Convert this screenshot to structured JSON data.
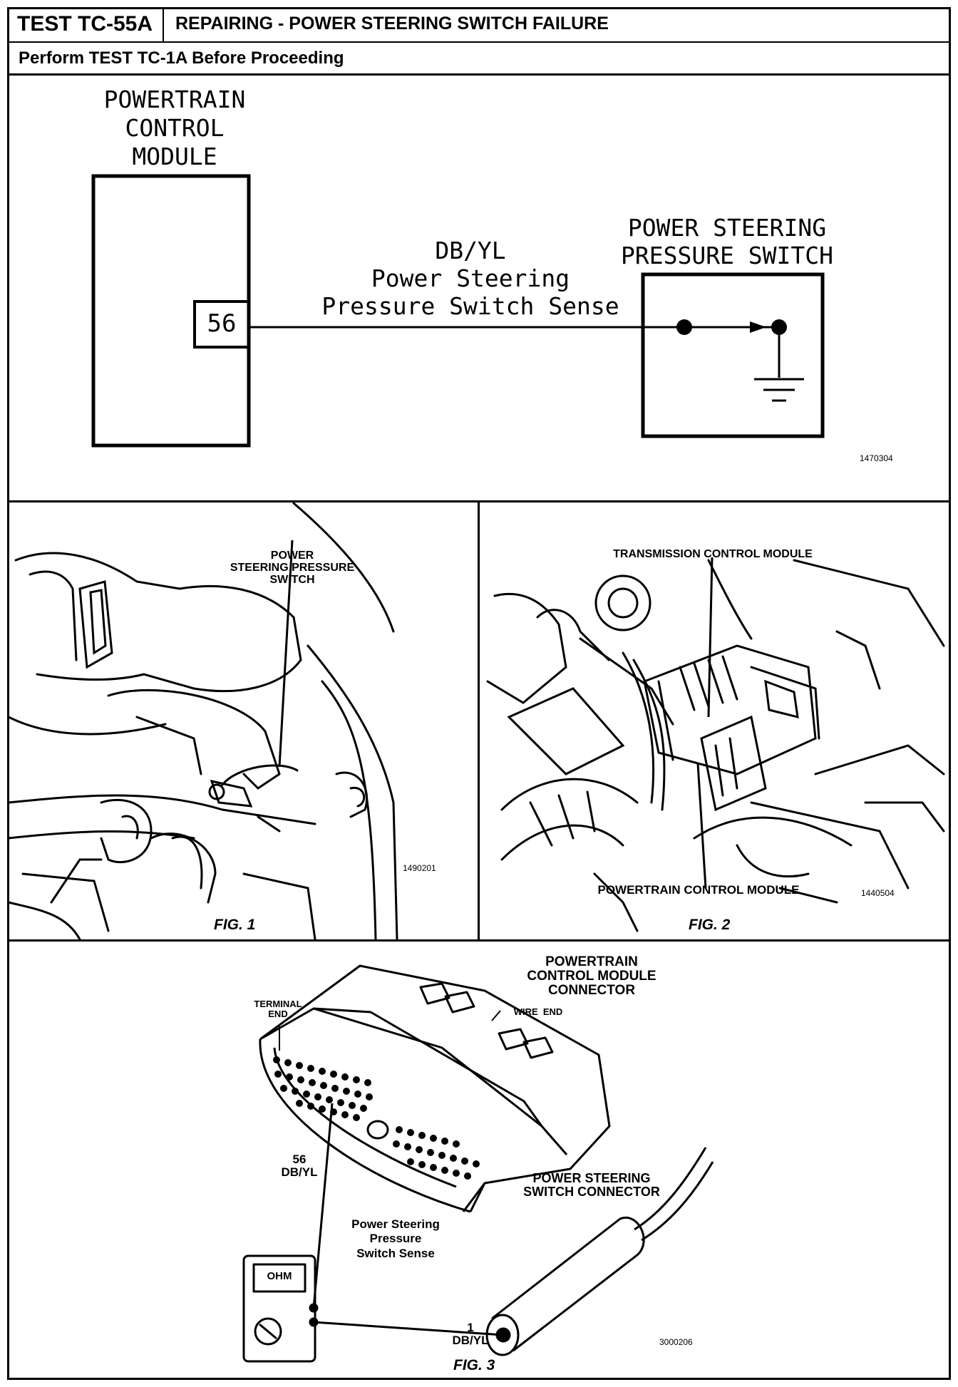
{
  "header": {
    "test_id": "TEST TC-55A",
    "title": "REPAIRING - POWER STEERING SWITCH FAILURE",
    "subtitle": "Perform TEST TC-1A Before Proceeding"
  },
  "schematic": {
    "pcm_label": [
      "POWERTRAIN",
      "CONTROL",
      "MODULE"
    ],
    "pin_number": "56",
    "wire_color": "DB/YL",
    "circuit_name": [
      "Power Steering",
      "Pressure Switch Sense"
    ],
    "switch_label": [
      "POWER STEERING",
      "PRESSURE SWITCH"
    ],
    "code": "1470304"
  },
  "fig1": {
    "callout": [
      "POWER",
      "STEERING PRESSURE",
      "SWITCH"
    ],
    "code": "1490201",
    "caption": "FIG. 1"
  },
  "fig2": {
    "callout_top": "TRANSMISSION CONTROL MODULE",
    "callout_bottom": "POWERTRAIN CONTROL MODULE",
    "code": "1440504",
    "caption": "FIG. 2"
  },
  "fig3": {
    "connector_label": [
      "POWERTRAIN",
      "CONTROL MODULE",
      "CONNECTOR"
    ],
    "terminal_end": [
      "TERMINAL",
      "END"
    ],
    "wire_end": "WIRE  END",
    "pin_label": [
      "56",
      "DB/YL"
    ],
    "switch_connector": [
      "POWER STEERING",
      "SWITCH CONNECTOR"
    ],
    "circuit": [
      "Power Steering",
      "Pressure",
      "Switch Sense"
    ],
    "meter_display": "OHM",
    "pin1_label": [
      "1",
      "DB/YL"
    ],
    "code": "3000206",
    "caption": "FIG. 3"
  }
}
